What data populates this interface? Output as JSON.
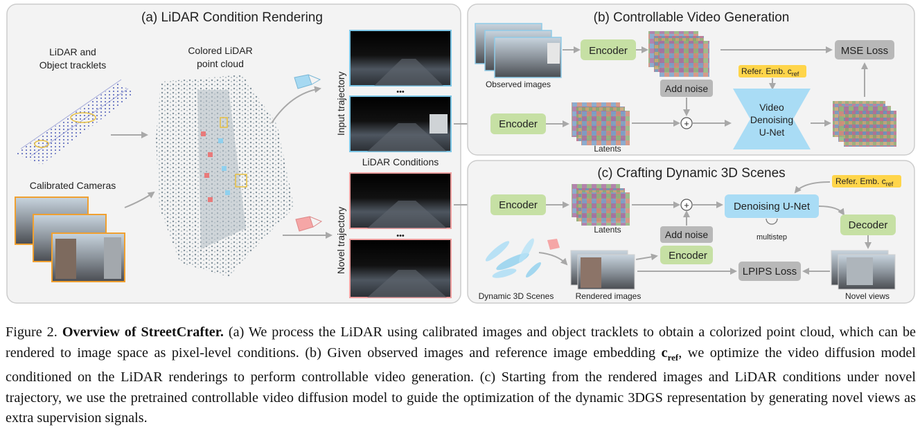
{
  "panel_a": {
    "title": "(a) LiDAR Condition Rendering",
    "lidar_label_line1": "LiDAR  and",
    "lidar_label_line2": "Object tracklets",
    "colored_label_line1": "Colored LiDAR",
    "colored_label_line2": "point cloud",
    "cameras_label": "Calibrated Cameras",
    "input_trajectory": "Input trajectory",
    "novel_trajectory": "Novel trajectory",
    "lidar_conditions": "LiDAR Conditions",
    "dots": "•••"
  },
  "panel_b": {
    "title": "(b) Controllable Video Generation",
    "observed_images": "Observed images",
    "encoder_top": "Encoder",
    "encoder_mid": "Encoder",
    "mse_loss": "MSE Loss",
    "ref_emb": "Refer. Emb. c",
    "ref_sub": "ref",
    "add_noise": "Add noise",
    "unet_line1": "Video",
    "unet_line2": "Denoising",
    "unet_line3": "U-Net",
    "latents": "Latents",
    "plus": "+"
  },
  "panel_c": {
    "title": "(c) Crafting Dynamic 3D Scenes",
    "encoder": "Encoder",
    "latents": "Latents",
    "ref_emb": "Refer. Emb. c",
    "ref_sub": "ref",
    "denoising_unet": "Denoising U-Net",
    "multistep": "multistep",
    "decoder": "Decoder",
    "add_noise": "Add noise",
    "encoder2": "Encoder",
    "lpips_loss": "LPIPS Loss",
    "dynamic_scenes": "Dynamic 3D Scenes",
    "rendered_images": "Rendered images",
    "novel_views": "Novel views",
    "plus": "+"
  },
  "caption": {
    "figure_label": "Figure 2.",
    "bold_title": "Overview of StreetCrafter.",
    "text_1": "(a) We process the LiDAR using calibrated images and object tracklets to obtain a colorized point cloud, which can be rendered to image space as pixel-level conditions. (b) Given observed images and reference image embedding ",
    "cref_main": "c",
    "cref_sub": "ref",
    "text_2": ", we optimize the video diffusion model conditioned on the LiDAR renderings to perform controllable video generation. (c) Starting from the rendered images and LiDAR conditions under novel trajectory, we use the pretrained controllable video diffusion model to guide the optimization of the dynamic 3DGS representation by generating novel views as extra supervision signals."
  },
  "colors": {
    "panel_bg": "#f2f2f2",
    "panel_border": "#c9c9c9",
    "encoder_green": "#c6e0a4",
    "unet_blue": "#a9dcf5",
    "gray_box": "#b8b8b8",
    "ref_yellow": "#ffd54a",
    "arrow": "#aaaaaa"
  }
}
